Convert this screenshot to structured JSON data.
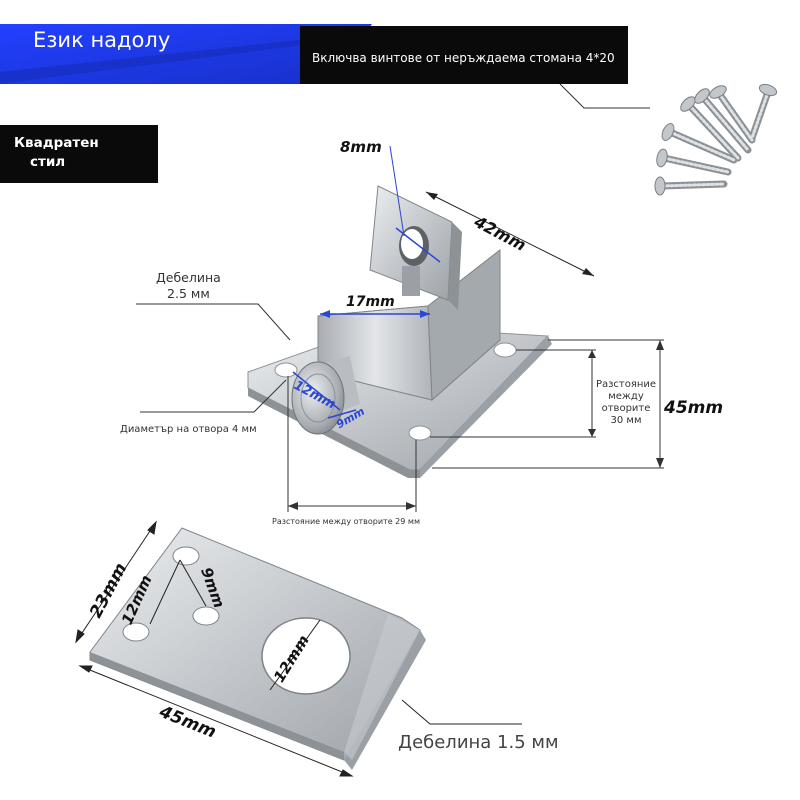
{
  "header": {
    "title": "Език надолу",
    "screws_note": "Включва винтове от неръждаема стомана 4*20",
    "style_label_line1": "Квадратен",
    "style_label_line2": "стил"
  },
  "bolt": {
    "tab_width": "8mm",
    "length": "42mm",
    "body_width": "17mm",
    "pin_diameter": "12mm",
    "pin_short": "9mm",
    "height": "45mm",
    "thickness_label_line1": "Дебелина",
    "thickness_label_line2": "2.5 мм",
    "hole_diameter_label": "Диаметър на отвора 4 мм",
    "hole_spacing_vertical_line1": "Разстояние",
    "hole_spacing_vertical_line2": "между",
    "hole_spacing_vertical_line3": "отворите",
    "hole_spacing_vertical_line4": "30 мм",
    "hole_spacing_horizontal": "Разстояние между отворите 29 мм"
  },
  "strike_plate": {
    "width": "23mm",
    "hole_spacing": "12mm",
    "hole_offset": "9mm",
    "large_hole": "12mm",
    "length": "45mm",
    "thickness_label": "Дебелина 1.5 мм"
  },
  "colors": {
    "banner_blue": "#1e3ee6",
    "dark_band": "#0a0a0a",
    "steel_light": "#d9dcdf",
    "steel_mid": "#b4b8bc",
    "steel_dark": "#8d9297",
    "dimension_blue": "#2b46d6"
  }
}
